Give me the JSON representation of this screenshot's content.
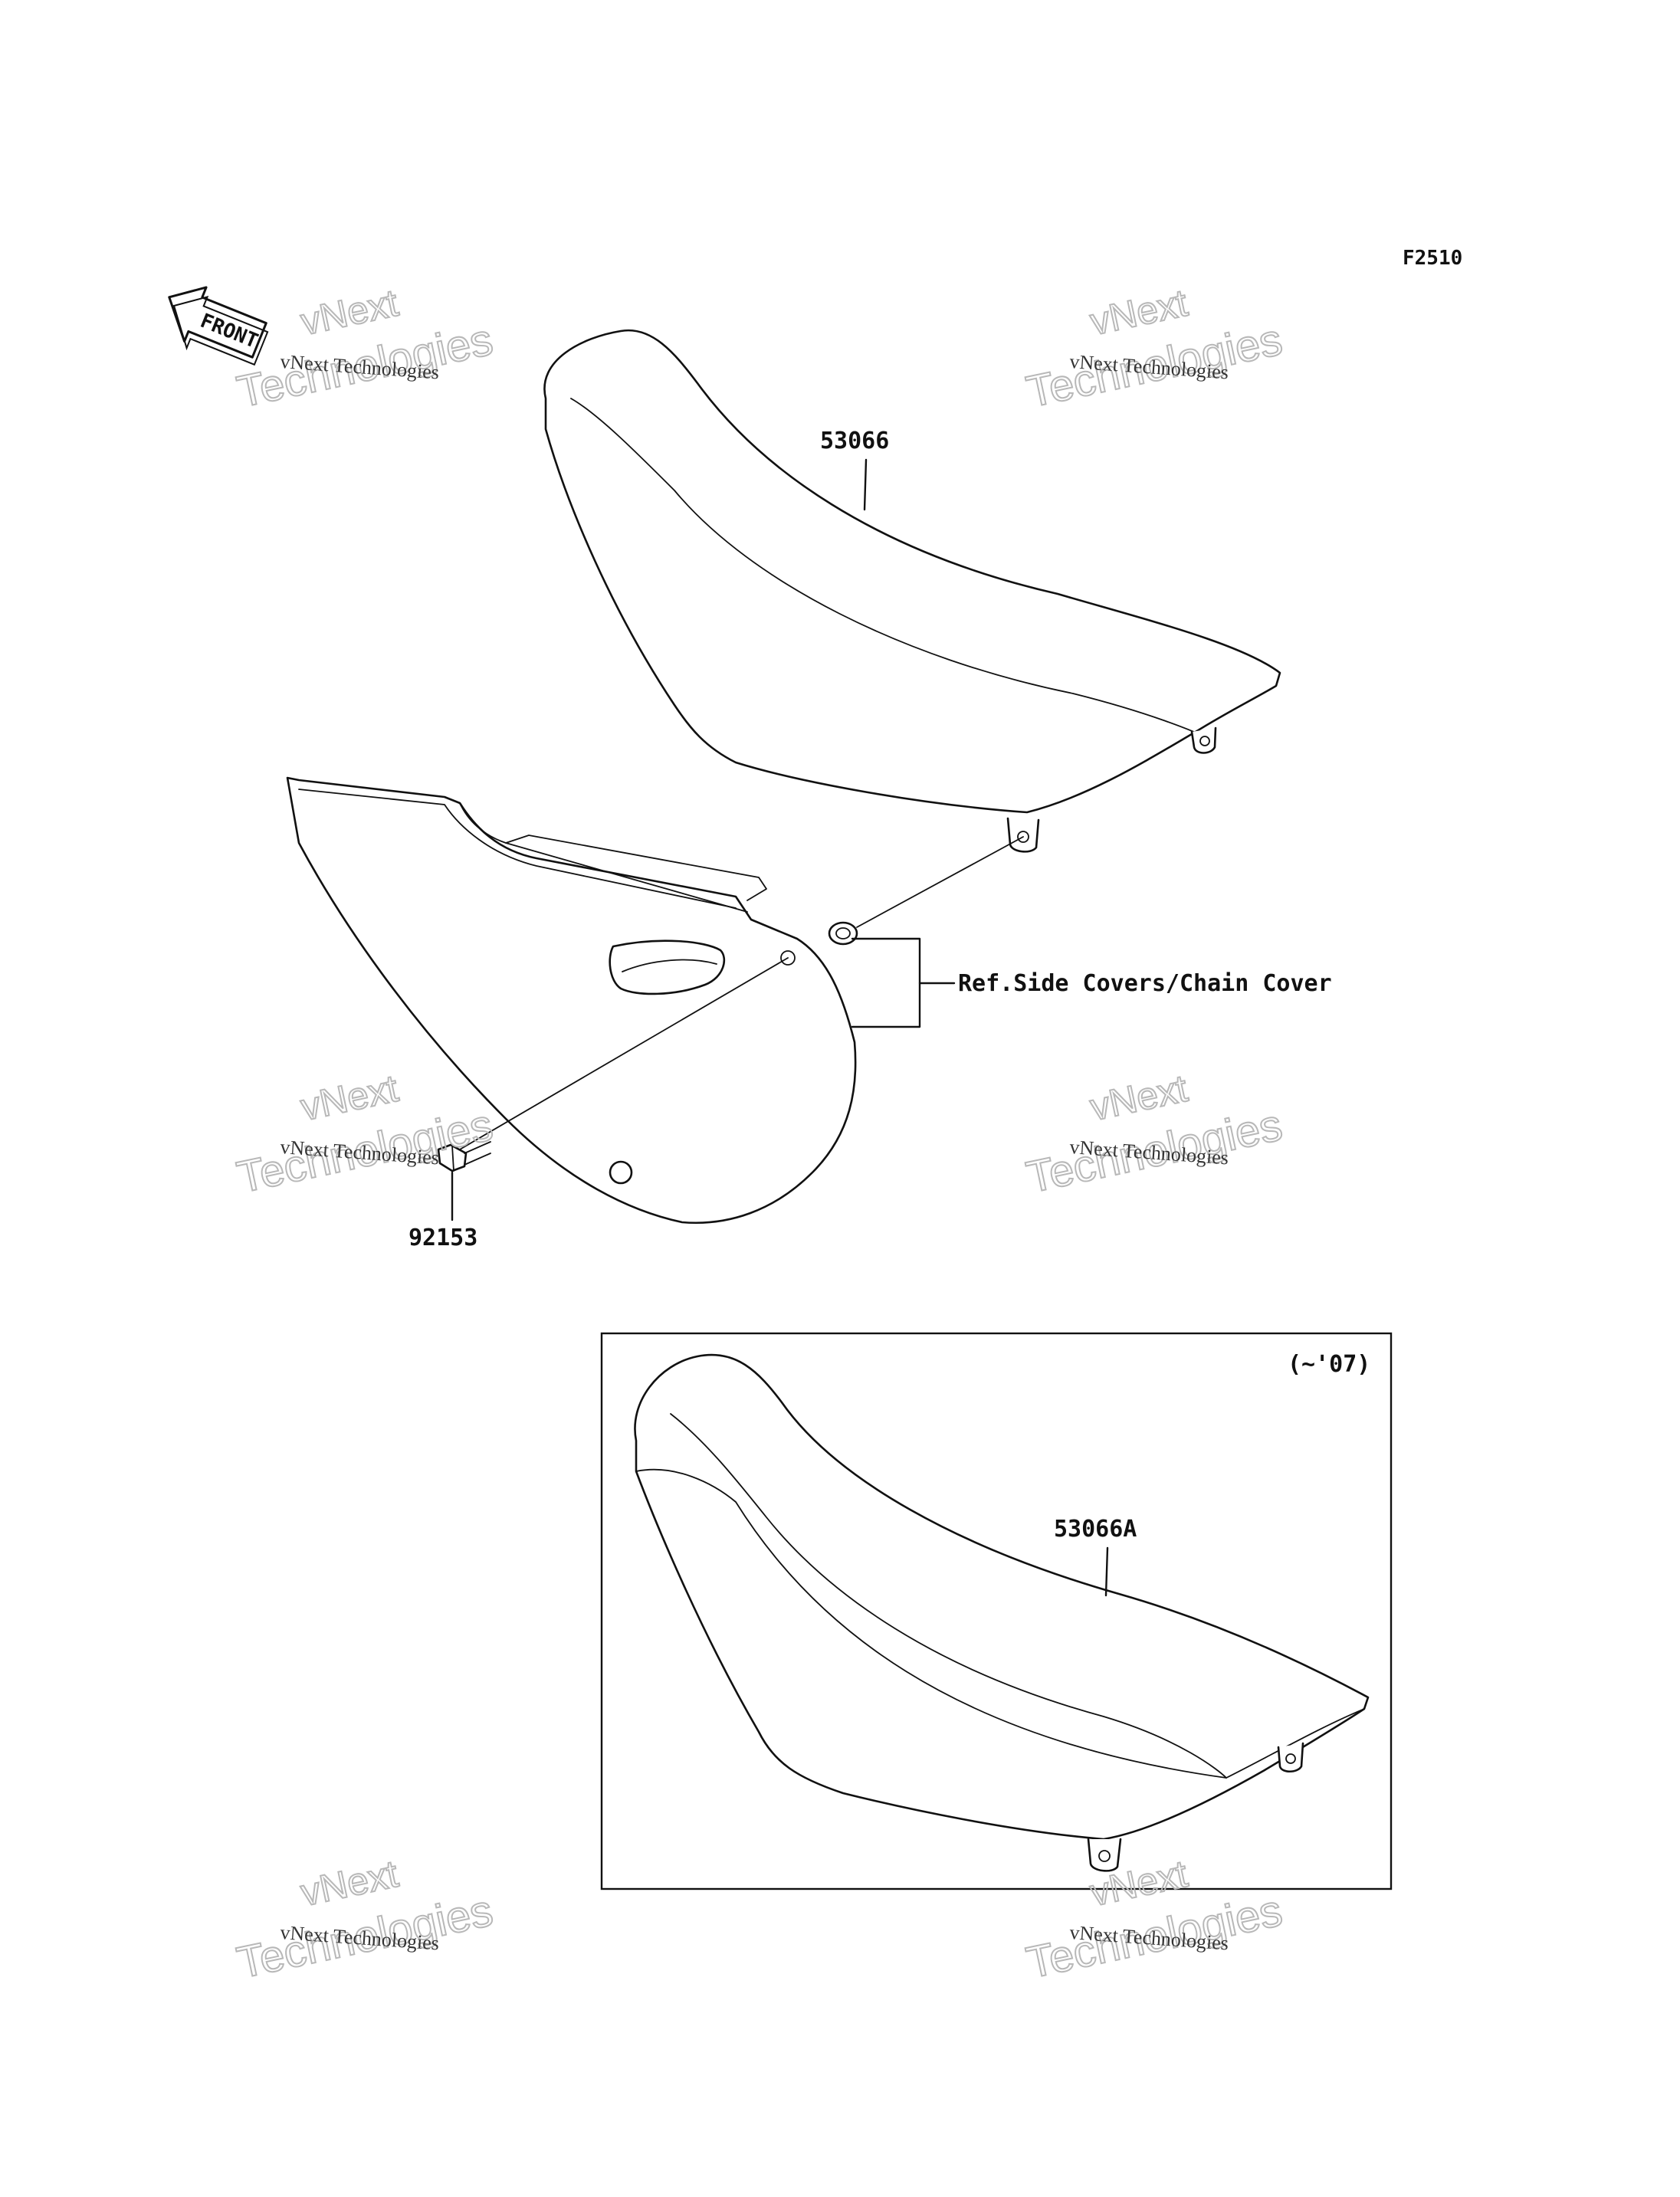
{
  "figure_code": "F2510",
  "front_label": "FRONT",
  "parts": {
    "seat_main": "53066",
    "seat_alt": "53066A",
    "bolt": "92153"
  },
  "reference_note": "Ref.Side Covers/Chain Cover",
  "inset_label": "(~'07)",
  "watermark": {
    "line1": "vNext Technologies",
    "line2a": "vNext",
    "line2b": "Technologies"
  },
  "colors": {
    "ink": "#111111",
    "watermark": "#b8b8b8",
    "background": "#ffffff"
  }
}
